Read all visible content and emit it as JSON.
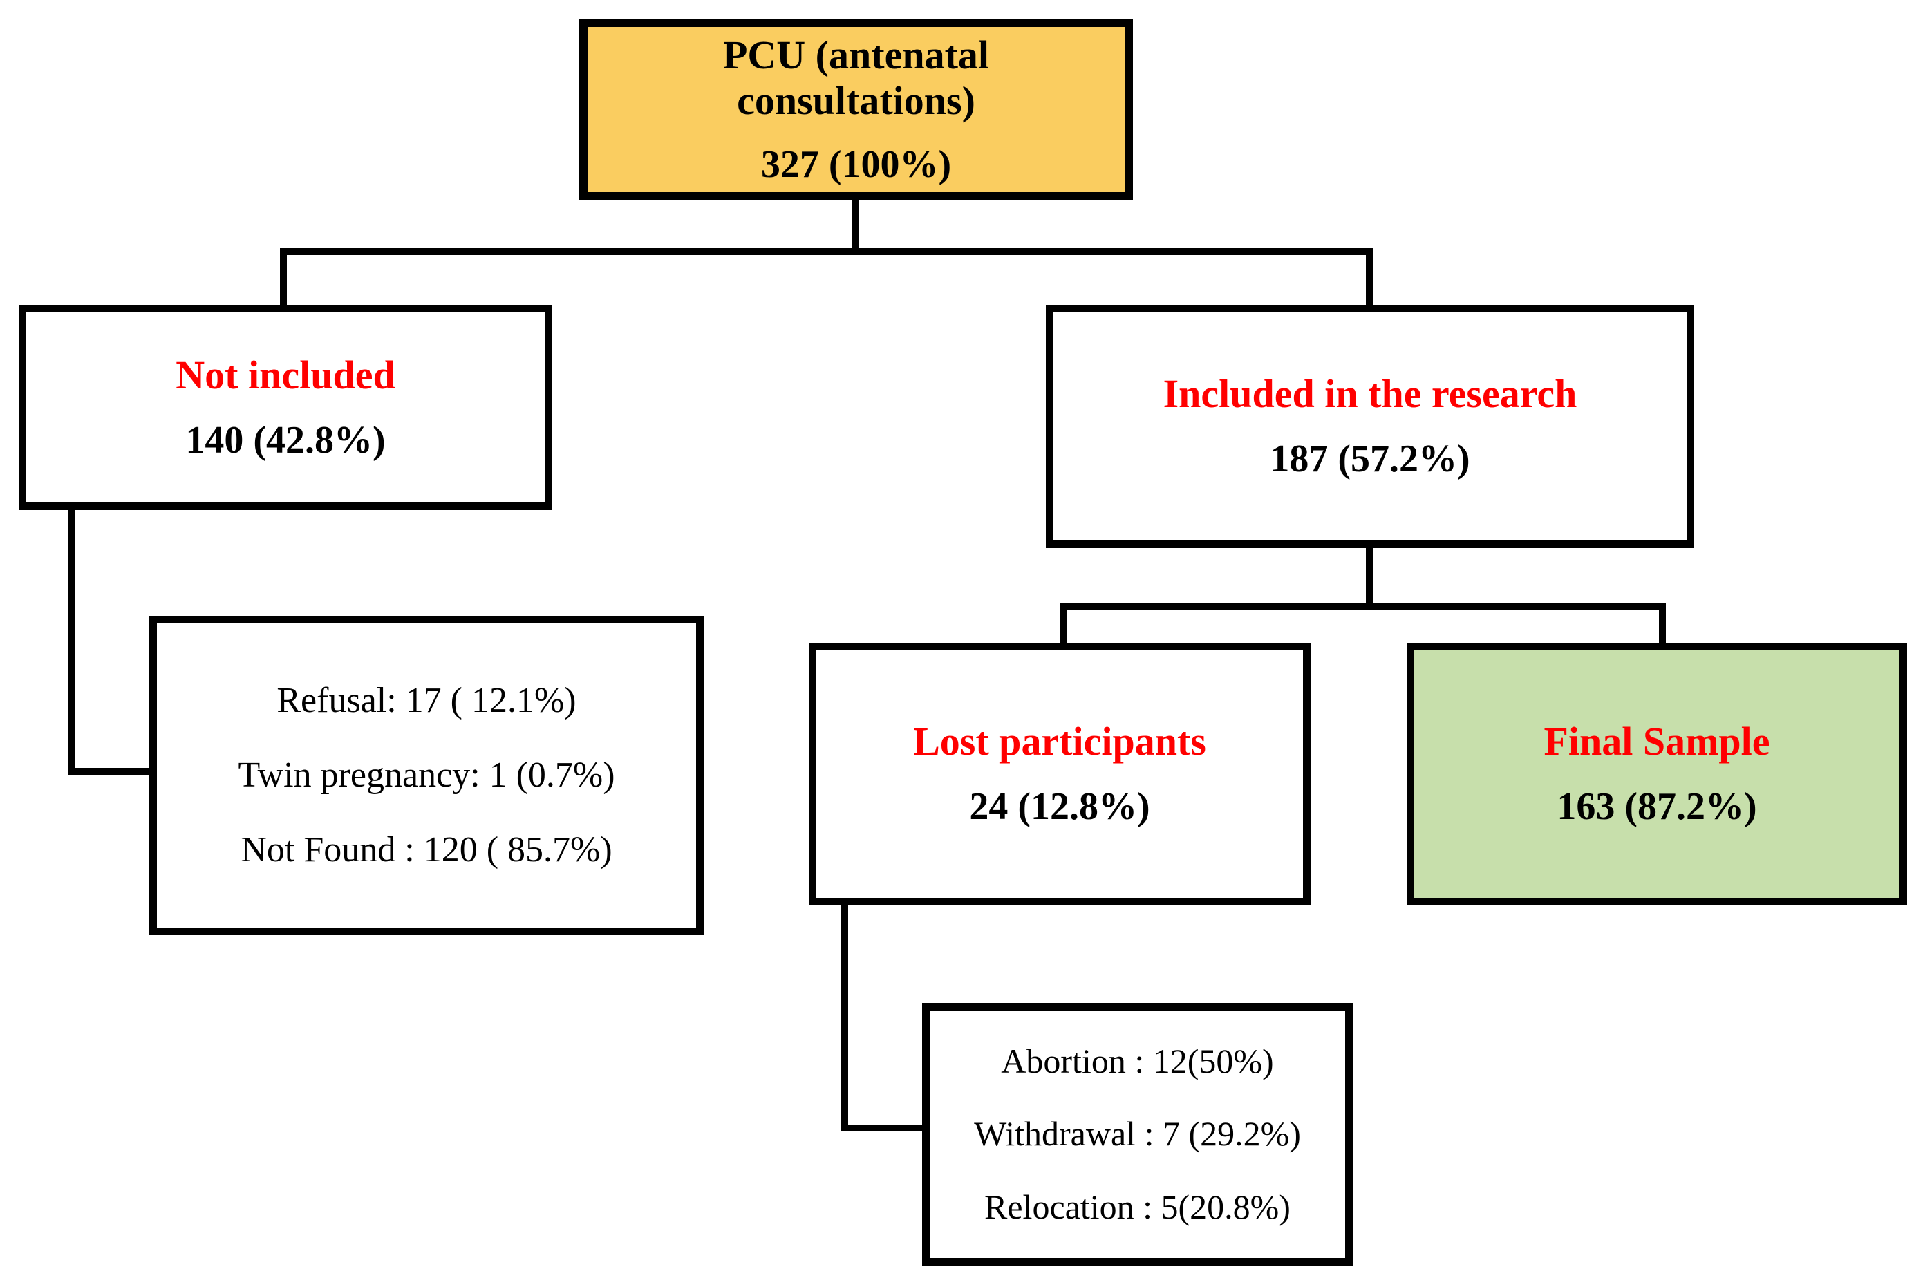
{
  "colors": {
    "root_fill": "#FACD60",
    "final_fill": "#C7DFAB",
    "heading_red": "#FF0000",
    "line_black": "#000000",
    "background_white": "#FFFFFF"
  },
  "nodes": {
    "root": {
      "title": "PCU (antenatal consultations)",
      "value": "327 (100%)"
    },
    "not_included": {
      "title": "Not included",
      "value": "140 (42.8%)"
    },
    "included": {
      "title": "Included in the research",
      "value": "187 (57.2%)"
    },
    "not_included_reasons": {
      "lines": [
        "Refusal: 17 ( 12.1%)",
        "Twin pregnancy: 1 (0.7%)",
        "Not Found : 120 ( 85.7%)"
      ]
    },
    "lost": {
      "title": "Lost participants",
      "value": "24 (12.8%)"
    },
    "final": {
      "title": "Final Sample",
      "value": "163 (87.2%)"
    },
    "lost_reasons": {
      "lines": [
        "Abortion : 12(50%)",
        "Withdrawal : 7 (29.2%)",
        "Relocation :  5(20.8%)"
      ]
    }
  }
}
